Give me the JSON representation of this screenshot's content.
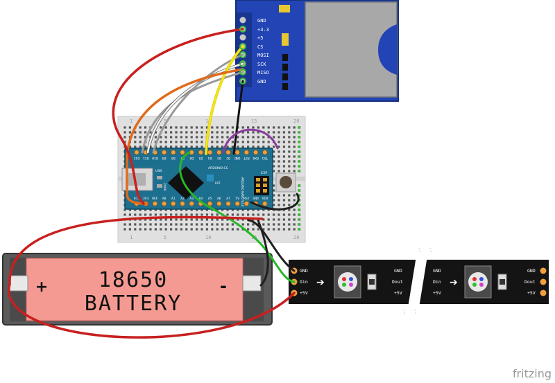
{
  "sd_module": {
    "pins": [
      "GND",
      "+3.3",
      "+5",
      "CS",
      "MOSI",
      "SCK",
      "MISO",
      "GND"
    ]
  },
  "nano": {
    "top_pins": [
      "D12",
      "D11",
      "D10",
      "D9",
      "D8",
      "D7",
      "D6",
      "D5",
      "D4",
      "D3",
      "D2",
      "GND",
      "RST",
      "RX0",
      "TX1"
    ],
    "bottom_pins": [
      "D13",
      "3V3",
      "REF",
      "A0",
      "A1",
      "A2",
      "A3",
      "A4",
      "A5",
      "A6",
      "A7",
      "5V",
      "RST",
      "GND",
      "VIN"
    ],
    "brand": "ARDUINO.CC",
    "model": "ARDUINO NANO V3.0",
    "icsp": "ICSP",
    "rst": "RST",
    "usb": "USB",
    "year": "2009"
  },
  "breadboard": {
    "col_labels_top": [
      "1",
      "5",
      "10",
      "15",
      "20"
    ],
    "col_labels_bottom": [
      "1",
      "5",
      "10",
      "15",
      "20"
    ]
  },
  "battery": {
    "line1": "18650",
    "line2": "BATTERY",
    "plus": "+",
    "minus": "-"
  },
  "led_strip": {
    "left_labels": [
      "GND",
      "Din",
      "+5V"
    ],
    "right_labels": [
      "GND",
      "Dout",
      "+5V"
    ],
    "arrow": "➔"
  },
  "watermark": "fritzing",
  "colors": {
    "wire_red": "#c8201f",
    "wire_orange": "#e06b1c",
    "wire_white": "#f2f2f2",
    "wire_gray": "#9a9a9a",
    "wire_yellow": "#f6e619",
    "wire_black": "#1f1f1f",
    "wire_purple": "#8a3b9e",
    "wire_green": "#27b827",
    "sd_board": "#2244b5",
    "nano_board": "#1c6f8f",
    "battery_body": "#f49a92",
    "strip": "#141414",
    "led_pad": "#f0a040"
  }
}
